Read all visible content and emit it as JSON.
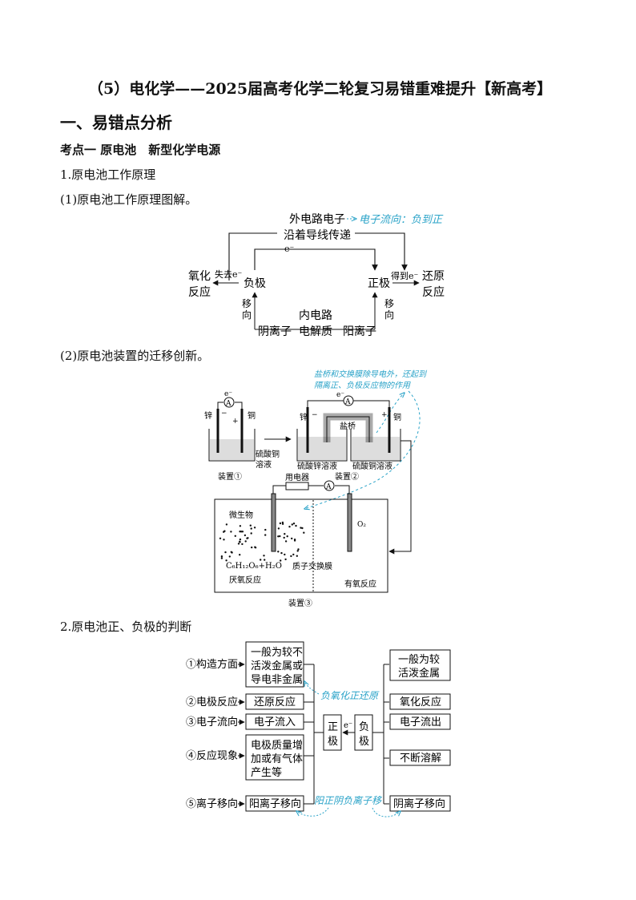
{
  "doc": {
    "title": "（5）电化学——2025届高考化学二轮复习易错重难提升【新高考】",
    "section1": "一、易错点分析",
    "topic1": "考点一 原电池　新型化学电源",
    "item1": "1.原电池工作原理",
    "item1_sub": "(1)原电池工作原理图解。",
    "item1_sub2": "(2)原电池装置的迁移创新。",
    "item2": "2.原电池正、负极的判断"
  },
  "fig1": {
    "top1": "外电路电子",
    "top2": "沿着导线传递",
    "note": "电子流向：负到正",
    "eminus": "e⁻",
    "ox1": "氧化",
    "ox2": "反应",
    "lose_e": "失去e⁻",
    "neg": "负极",
    "pos": "正极",
    "gain_e": "得到e⁻",
    "red1": "还原",
    "red2": "反应",
    "move1": "移",
    "move2": "向",
    "inner1": "内电路",
    "inner2": "电解质",
    "anion": "阴离子",
    "cation": "阳离子"
  },
  "fig2": {
    "note1": "盐桥和交换膜除导电外，还起到",
    "note2": "隔离正、负极反应物的作用",
    "zn": "锌",
    "cu": "铜",
    "eminus": "e⁻",
    "amp": "A",
    "minus": "−",
    "plus": "+",
    "cuso4_1": "硫酸铜",
    "cuso4_2": "溶液",
    "dev1": "装置①",
    "saltbridge": "盐桥",
    "znso4": "硫酸锌溶液",
    "cuso4": "硫酸铜溶液",
    "dev2": "装置②",
    "appliance": "用电器",
    "microbe": "微生物",
    "o2": "O₂",
    "glucose": "C₆H₁₂O₆+H₂O",
    "membrane": "质子交换膜",
    "anaerobic": "厌氧反应",
    "aerobic": "有氧反应",
    "dev3": "装置③"
  },
  "fig3": {
    "left": [
      "①构造方面",
      "②电极反应",
      "③电子流向",
      "④反应现象",
      "⑤离子移向"
    ],
    "pos_box1": [
      "一般为较不",
      "活泼金属或",
      "导电非金属"
    ],
    "pos_box2": "还原反应",
    "pos_box3": "电子流入",
    "pos_box4": [
      "电极质量增",
      "加或有气体",
      "产生等"
    ],
    "pos_box5": "阳离子移向",
    "pos_label": [
      "正",
      "极"
    ],
    "eminus": "e⁻",
    "neg_label": [
      "负",
      "极"
    ],
    "neg_box1": [
      "一般为较",
      "活泼金属"
    ],
    "neg_box2": "氧化反应",
    "neg_box3": "电子流出",
    "neg_box4": "不断溶解",
    "neg_box5": "阴离子移向",
    "note1": "负氧化正还原",
    "note2": "阳正阴负离子移"
  },
  "colors": {
    "note_blue": "#2aa3c8"
  }
}
